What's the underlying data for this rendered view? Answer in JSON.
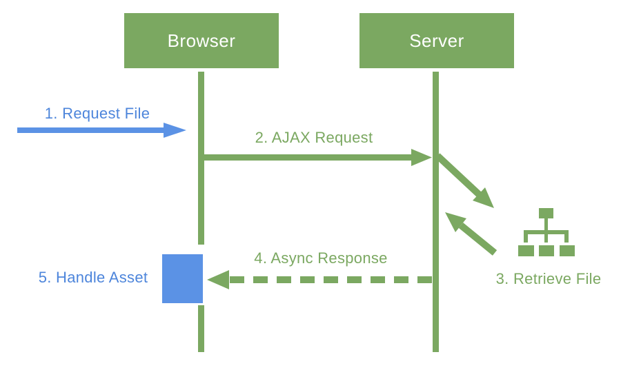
{
  "diagram": {
    "actors": {
      "browser": "Browser",
      "server": "Server"
    },
    "steps": {
      "step1": "1. Request File",
      "step2": "2. AJAX Request",
      "step3": "3. Retrieve File",
      "step4": "4. Async Response",
      "step5": "5. Handle Asset"
    },
    "colors": {
      "green": "#7ba861",
      "blue": "#5b92e5",
      "label_blue": "#4d85db",
      "label_green": "#7ba861",
      "actor_text": "#ffffff",
      "background": "#ffffff"
    },
    "icons": {
      "sitemap": "sitemap-icon"
    }
  }
}
